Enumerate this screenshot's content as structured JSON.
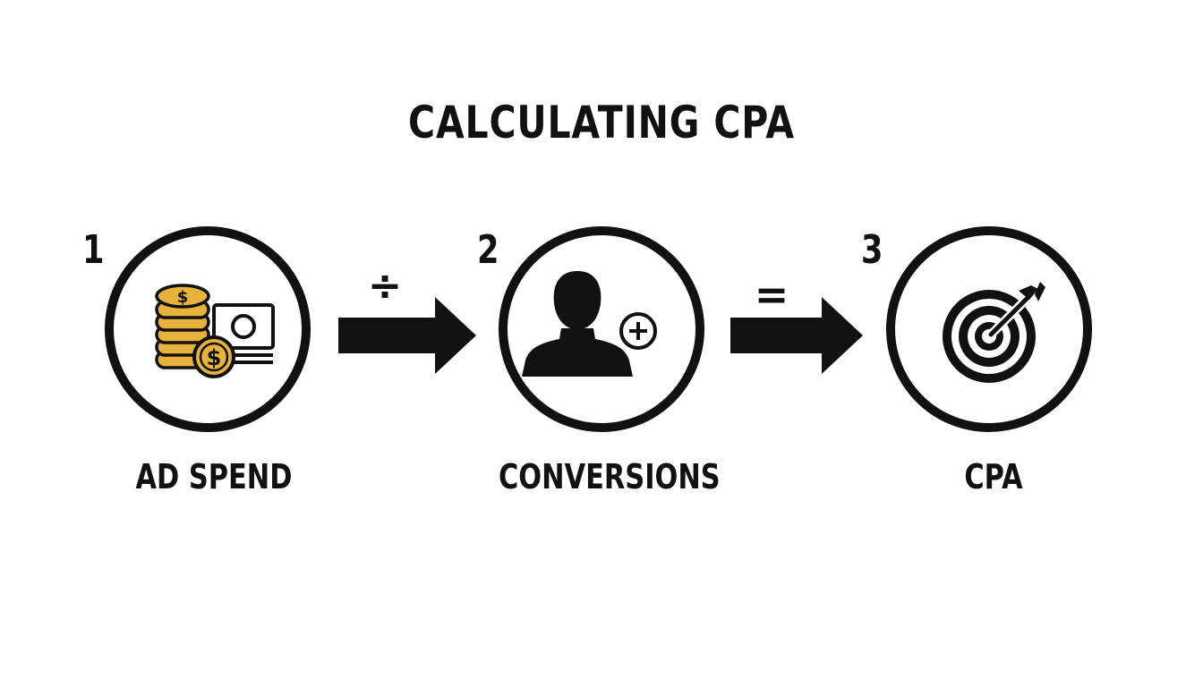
{
  "title": "CALCULATING CPA",
  "steps": [
    {
      "number": "1",
      "label": "AD SPEND",
      "icon": "money-coins-icon"
    },
    {
      "number": "2",
      "label": "CONVERSIONS",
      "icon": "user-add-icon"
    },
    {
      "number": "3",
      "label": "CPA",
      "icon": "target-arrow-icon"
    }
  ],
  "operators": [
    {
      "symbol": "÷",
      "meaning": "divide"
    },
    {
      "symbol": "=",
      "meaning": "equals"
    }
  ],
  "colors": {
    "stroke": "#111111",
    "coin_gold": "#E8B33C",
    "background": "#ffffff"
  }
}
